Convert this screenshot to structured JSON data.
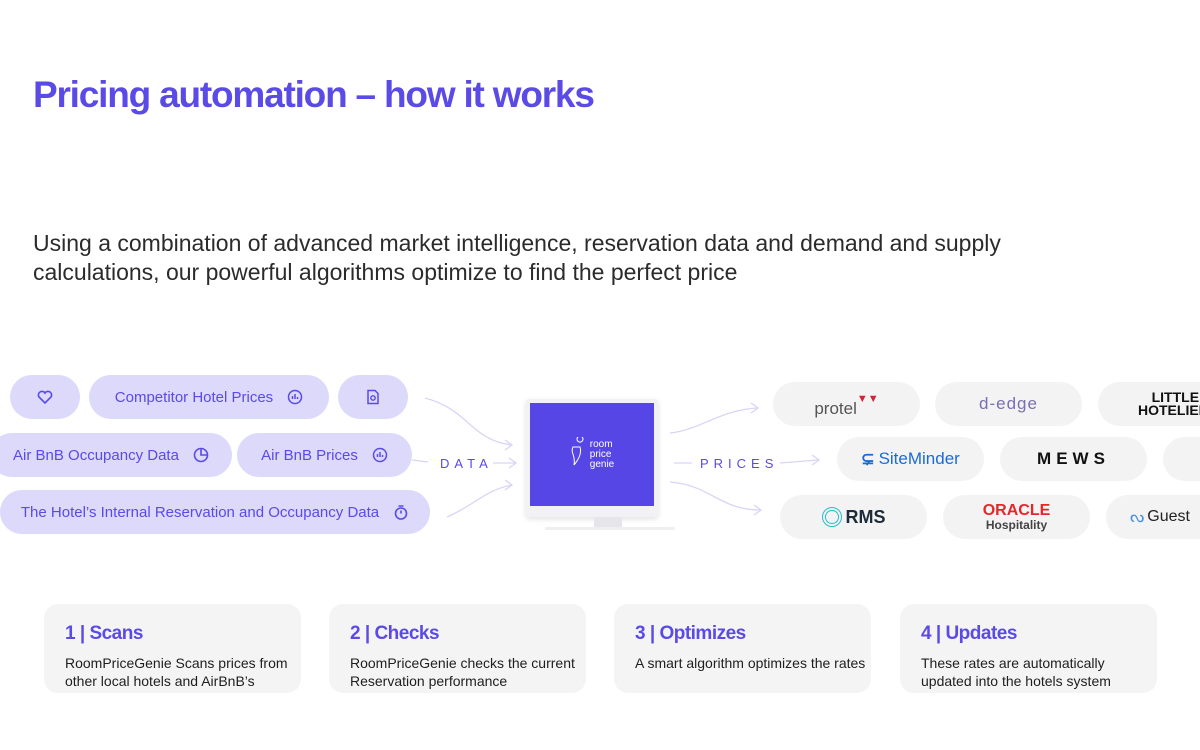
{
  "title": "Pricing automation – how it works",
  "subtitle": "Using a combination of advanced market intelligence, reservation data and demand and supply calculations, our powerful algorithms optimize to find the perfect price",
  "inputs": {
    "competitor": "Competitor Hotel Prices",
    "airbnb_occupancy": "Air BnB Occupancy Data",
    "airbnb_prices": "Air BnB Prices",
    "internal": "The Hotel’s Internal Reservation and Occupancy Data"
  },
  "flow": {
    "data_label": "DATA",
    "prices_label": "PRICES"
  },
  "monitor": {
    "line1": "room",
    "line2": "price",
    "line3": "genie"
  },
  "partners": {
    "protel": "protel",
    "dedge": "d-edge",
    "little1": "LITTLE",
    "little2": "HOTELIER.",
    "siteminder": "SiteMinder",
    "mews": "MEWS",
    "rms": "RMS",
    "oracle": "ORACLE",
    "oracle_sub": "Hospitality",
    "guest": "Guest"
  },
  "steps": [
    {
      "title": "1 | Scans",
      "text": "RoomPriceGenie Scans prices from other local hotels and AirBnB’s"
    },
    {
      "title": "2 | Checks",
      "text": "RoomPriceGenie checks the current Reservation performance"
    },
    {
      "title": "3 | Optimizes",
      "text": "A smart algorithm optimizes the rates"
    },
    {
      "title": "4 | Updates",
      "text": "These rates are automatically updated into the hotels system"
    }
  ],
  "colors": {
    "accent": "#5a4ae6",
    "pill": "#dcd9fb",
    "card": "#f4f4f5"
  }
}
